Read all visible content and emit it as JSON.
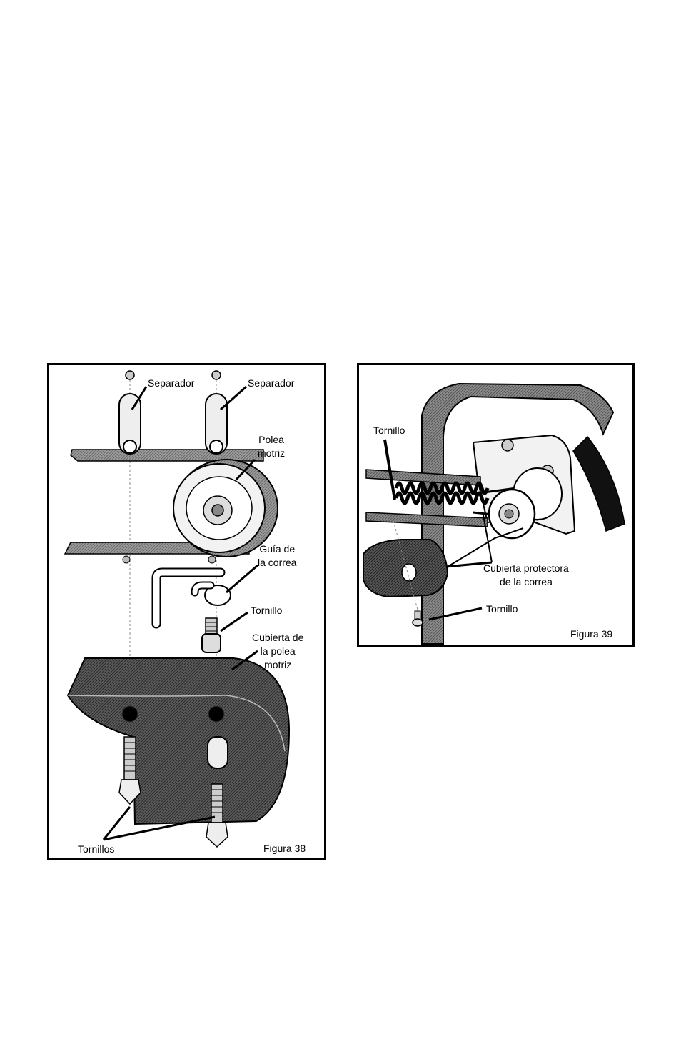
{
  "figure38": {
    "caption": "Figura 38",
    "labels": {
      "spacer_left": "Separador",
      "spacer_right": "Separador",
      "drive_pulley": [
        "Polea",
        "motriz"
      ],
      "belt_guide": [
        "Guía de",
        "la correa"
      ],
      "bolt": "Tornillo",
      "pulley_cover": [
        "Cubierta de",
        "la polea",
        "motriz"
      ],
      "bolts": "Tornillos"
    }
  },
  "figure39": {
    "caption": "Figura 39",
    "labels": {
      "bolt_top": "Tornillo",
      "belt_guard": [
        "Cubierta protectora",
        "de la correa"
      ],
      "bolt_bottom": "Tornillo"
    }
  },
  "colors": {
    "ink": "#000000",
    "dark_fill": "#555555",
    "mid_fill": "#9a9a9a",
    "light_fill": "#e6e6e6"
  }
}
